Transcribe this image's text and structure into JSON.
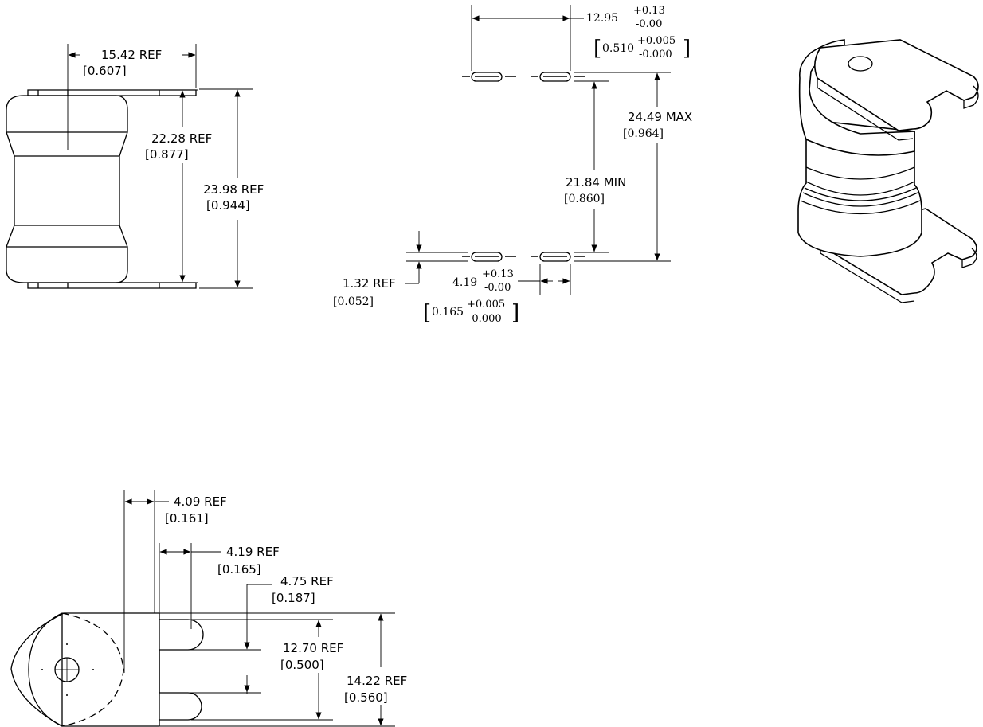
{
  "front_view": {
    "width": {
      "value": "15.42 REF",
      "inch": "[0.607]"
    },
    "inner_height": {
      "value": "22.28 REF",
      "inch": "[0.877]"
    },
    "outer_height": {
      "value": "23.98  REF",
      "inch": "[0.944]"
    }
  },
  "footprint_view": {
    "pitch": {
      "value": "12.95",
      "tol_plus": "+0.13",
      "tol_minus": "-0.00",
      "inch_value": "0.510",
      "inch_tol_plus": "+0.005",
      "inch_tol_minus": "-0.000"
    },
    "max_span": {
      "value": "24.49 MAX",
      "inch": "[0.964]"
    },
    "min_span": {
      "value": "21.84 MIN",
      "inch": "[0.860]"
    },
    "slot_width": {
      "value": "1.32  REF",
      "inch": "[0.052]"
    },
    "slot_length": {
      "value": "4.19",
      "tol_plus": "+0.13",
      "tol_minus": "-0.00",
      "inch_value": "0.165",
      "inch_tol_plus": "+0.005",
      "inch_tol_minus": "-0.000"
    }
  },
  "side_view": {
    "offset_a": {
      "value": "4.09  REF",
      "inch": "[0.161]"
    },
    "offset_b": {
      "value": "4.19  REF",
      "inch": "[0.165]"
    },
    "offset_c": {
      "value": "4.75  REF",
      "inch": "[0.187]"
    },
    "slot_span": {
      "value": "12.70  REF",
      "inch": "[0.500]"
    },
    "total_span": {
      "value": "14.22  REF",
      "inch": "[0.560]"
    }
  }
}
